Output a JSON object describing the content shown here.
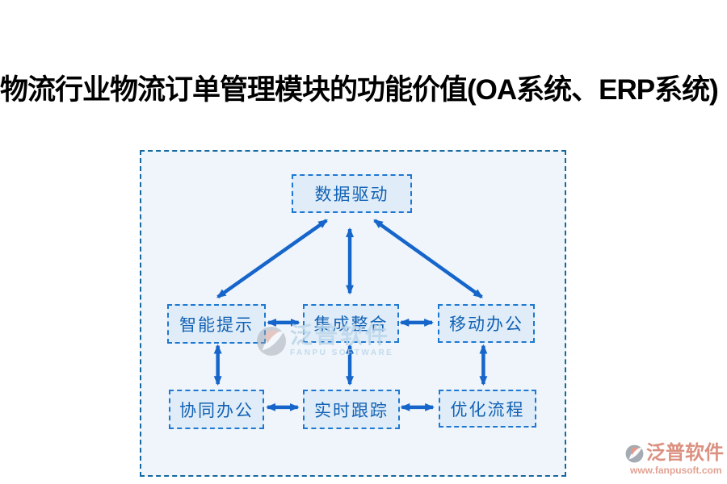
{
  "page": {
    "title": "物流行业物流订单管理模块的功能价值(OA系统、ERP系统)"
  },
  "diagram": {
    "nodes": [
      {
        "id": "data-driven",
        "label": "数据驱动"
      },
      {
        "id": "smart-tips",
        "label": "智能提示"
      },
      {
        "id": "integration",
        "label": "集成整合"
      },
      {
        "id": "mobile-office",
        "label": "移动办公"
      },
      {
        "id": "collaboration",
        "label": "协同办公"
      },
      {
        "id": "realtime-tracking",
        "label": "实时跟踪"
      },
      {
        "id": "process-optimization",
        "label": "优化流程"
      }
    ],
    "edges": [
      {
        "from": "数据驱动",
        "to": "智能提示",
        "bidirectional": true
      },
      {
        "from": "数据驱动",
        "to": "集成整合",
        "bidirectional": true
      },
      {
        "from": "数据驱动",
        "to": "移动办公",
        "bidirectional": true
      },
      {
        "from": "智能提示",
        "to": "集成整合",
        "bidirectional": true
      },
      {
        "from": "集成整合",
        "to": "移动办公",
        "bidirectional": true
      },
      {
        "from": "智能提示",
        "to": "协同办公",
        "bidirectional": true
      },
      {
        "from": "集成整合",
        "to": "实时跟踪",
        "bidirectional": true
      },
      {
        "from": "移动办公",
        "to": "优化流程",
        "bidirectional": true
      },
      {
        "from": "协同办公",
        "to": "实时跟踪",
        "bidirectional": true
      },
      {
        "from": "实时跟踪",
        "to": "优化流程",
        "bidirectional": true
      }
    ]
  },
  "watermark": {
    "brand": "泛普软件",
    "brand_en": "FANPU SOFTWARE"
  },
  "footer_logo": {
    "brand": "泛普软件",
    "url_text": "www.fanpusoft.com"
  },
  "colors": {
    "arrow_blue": "#1565cb",
    "node_border": "#1e78d2",
    "node_fill": "#e0edf8",
    "node_text": "#1261b4",
    "container_border": "#16699f",
    "container_fill": "#eff5fa",
    "title_color": "#000000",
    "brand_salmon": "#db9181",
    "brand_salmon_light": "#e2a293",
    "watermark_blue": "#bcd6ea",
    "logo_gray": "#9ba3ad"
  }
}
